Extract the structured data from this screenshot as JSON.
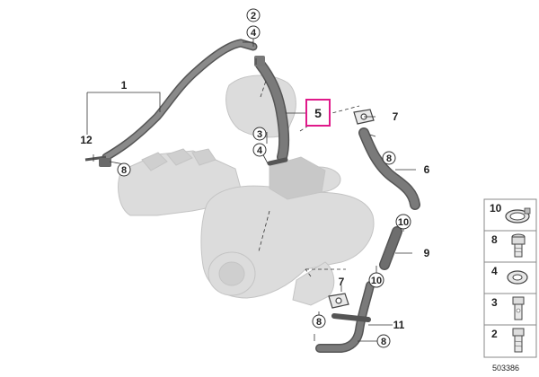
{
  "callouts": {
    "c1": "1",
    "c2_top": "2",
    "c3_top": "3",
    "c4_top": "4",
    "c4_left": "4",
    "c5": "5",
    "c6": "6",
    "c7_top": "7",
    "c7_bottom": "7",
    "c8_left": "8",
    "c8_mid": "8",
    "c8_bottom": "8",
    "c9": "9",
    "c10_top": "10",
    "c10_bottom": "10",
    "c11": "11",
    "c12": "12"
  },
  "legend": {
    "items": [
      "10",
      "8",
      "4",
      "3",
      "2"
    ]
  },
  "doc_id": "503386",
  "colors": {
    "highlight": "#e0198a",
    "part_gray": "#d9d9d9",
    "hose_dark": "#6f6f6f",
    "line": "#333333"
  }
}
